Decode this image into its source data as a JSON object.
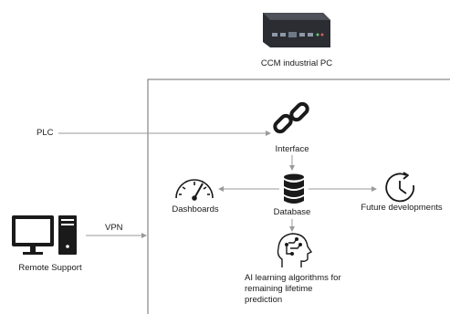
{
  "device": {
    "caption": "CCM industrial PC",
    "icon": "industrial-pc-icon"
  },
  "plc": {
    "label": "PLC"
  },
  "interface": {
    "label": "Interface",
    "icon": "chain-link-icon"
  },
  "database": {
    "label": "Database",
    "icon": "database-icon"
  },
  "dashboards": {
    "label": "Dashboards",
    "icon": "gauge-icon"
  },
  "future": {
    "label": "Future developments",
    "icon": "clock-refresh-icon"
  },
  "vpn": {
    "label": "VPN"
  },
  "remote_support": {
    "label": "Remote Support",
    "icon": "desktop-computer-icon"
  },
  "ai": {
    "icon": "ai-head-icon",
    "lines": [
      "AI learning algorithms for",
      "remaining lifetime",
      "prediction"
    ]
  },
  "colors": {
    "line": "#9a9a9a",
    "boundary": "#6e6e6e",
    "icon": "#1a1a1a"
  }
}
